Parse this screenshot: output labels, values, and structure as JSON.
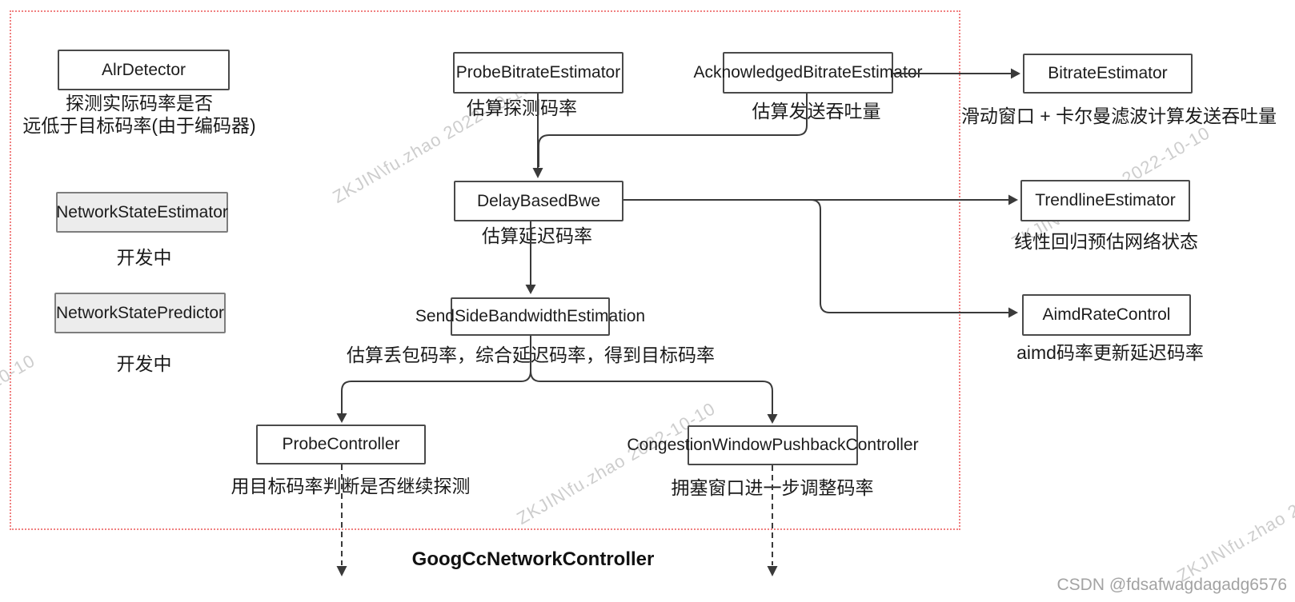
{
  "nodes": {
    "alr": {
      "label": "AlrDetector",
      "caption_line1": "探测实际码率是否",
      "caption_line2": "远低于目标码率(由于编码器)"
    },
    "nse": {
      "label": "NetworkStateEstimator",
      "caption": "开发中"
    },
    "nsp": {
      "label": "NetworkStatePredictor",
      "caption": "开发中"
    },
    "pbe": {
      "label": "ProbeBitrateEstimator",
      "caption": "估算探测码率"
    },
    "abe": {
      "label": "AcknowledgedBitrateEstimator",
      "caption": "估算发送吞吐量"
    },
    "be": {
      "label": "BitrateEstimator",
      "caption": "滑动窗口 + 卡尔曼滤波计算发送吞吐量"
    },
    "dbb": {
      "label": "DelayBasedBwe",
      "caption": "估算延迟码率"
    },
    "te": {
      "label": "TrendlineEstimator",
      "caption": "线性回归预估网络状态"
    },
    "ssbe": {
      "label": "SendSideBandwidthEstimation",
      "caption": "估算丢包码率，综合延迟码率，得到目标码率"
    },
    "arc": {
      "label": "AimdRateControl",
      "caption": "aimd码率更新延迟码率"
    },
    "pc": {
      "label": "ProbeController",
      "caption": "用目标码率判断是否继续探测"
    },
    "cwpc": {
      "label": "CongestionWindowPushbackController",
      "caption": "拥塞窗口进一步调整码率"
    }
  },
  "footer": {
    "label": "GoogCcNetworkController"
  },
  "watermark": {
    "text": "ZKJIN\\fu.zhao 2022-10-10"
  },
  "credit": {
    "text": "CSDN @fdsafwagdagadg6576"
  },
  "colors": {
    "frame_dashed": "#f08080",
    "connector_line": "#3a3a3a",
    "box_border": "#4a4a4a",
    "gray_box_fill": "#ececec",
    "watermark_text": "#bdbdbd",
    "credit_text": "#a3a3a3"
  }
}
